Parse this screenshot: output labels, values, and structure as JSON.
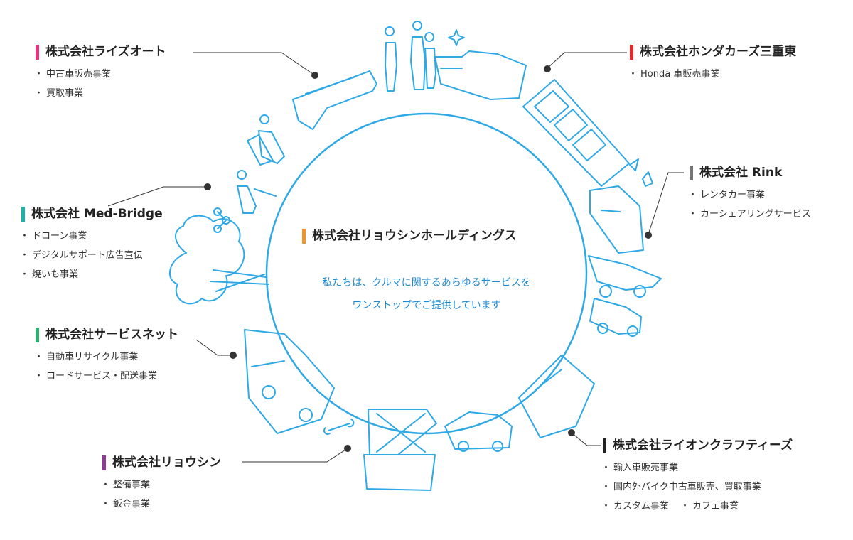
{
  "colors": {
    "line": "#2fa9e6",
    "connector": "#333333",
    "tagline": "#1f8bd0"
  },
  "hub": {
    "name": "株式会社リョウシンホールディングス",
    "bar_color": "#f2922e",
    "tagline_1": "私たちは、クルマに関するあらゆるサービスを",
    "tagline_2": "ワンストップでご提供しています"
  },
  "companies": {
    "raiz": {
      "name": "株式会社ライズオート",
      "bar_color": "#e6357a",
      "items": [
        "中古車販売事業",
        "買取事業"
      ]
    },
    "honda": {
      "name": "株式会社ホンダカーズ三重東",
      "bar_color": "#e5262b",
      "items": [
        "Honda 車販売事業"
      ]
    },
    "rink": {
      "name": "株式会社 Rink",
      "bar_color": "#777777",
      "items": [
        "レンタカー事業",
        "カーシェアリングサービス"
      ]
    },
    "medbridge": {
      "name": "株式会社 Med-Bridge",
      "bar_color": "#1fb2a8",
      "items": [
        "ドローン事業",
        "デジタルサポート広告宣伝",
        "焼いも事業"
      ]
    },
    "servicenet": {
      "name": "株式会社サービスネット",
      "bar_color": "#2fb06e",
      "items": [
        "自動車リサイクル事業",
        "ロードサービス・配送事業"
      ]
    },
    "ryoshin": {
      "name": "株式会社リョウシン",
      "bar_color": "#8e3a96",
      "items": [
        "整備事業",
        "鈑金事業"
      ]
    },
    "lion": {
      "name": "株式会社ライオンクラフティーズ",
      "bar_color": "#222222",
      "items": [
        "輸入車販売事業",
        "国内外バイク中古車販売、買取事業",
        "カスタム事業",
        "カフェ事業"
      ]
    }
  },
  "icons": [
    "car-icon",
    "people-icon",
    "sparkle-icon",
    "truck-icon",
    "parking-icon",
    "bird-icon",
    "van-icon",
    "cyclist-icon",
    "scooter-icon",
    "motorcycle-icon",
    "crane-icon",
    "wrench-icon",
    "tow-truck-icon",
    "tree-icon",
    "drone-icon",
    "person-icon",
    "family-icon"
  ]
}
